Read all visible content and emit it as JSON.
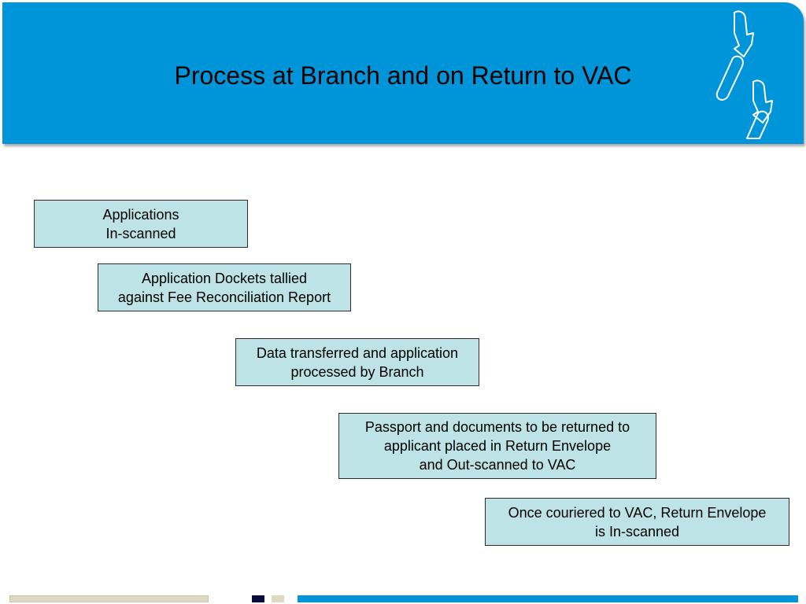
{
  "slide": {
    "title": "Process at Branch and on Return to VAC"
  },
  "steps": [
    "Applications\nIn-scanned",
    "Application Dockets tallied\nagainst Fee Reconciliation Report",
    "Data transferred and application\nprocessed by Branch",
    "Passport and documents to be returned  to\napplicant placed in Return Envelope\nand Out-scanned to VAC",
    "Once couriered to VAC, Return Envelope\nis In-scanned"
  ],
  "colors": {
    "header": "#0095d9",
    "box_fill": "#bde3e6",
    "box_border": "#2d2d2d",
    "footer_beige": "#ddd9c3",
    "footer_navy": "#0c0c3c"
  },
  "icons": [
    "arrow-swoosh-icon"
  ]
}
